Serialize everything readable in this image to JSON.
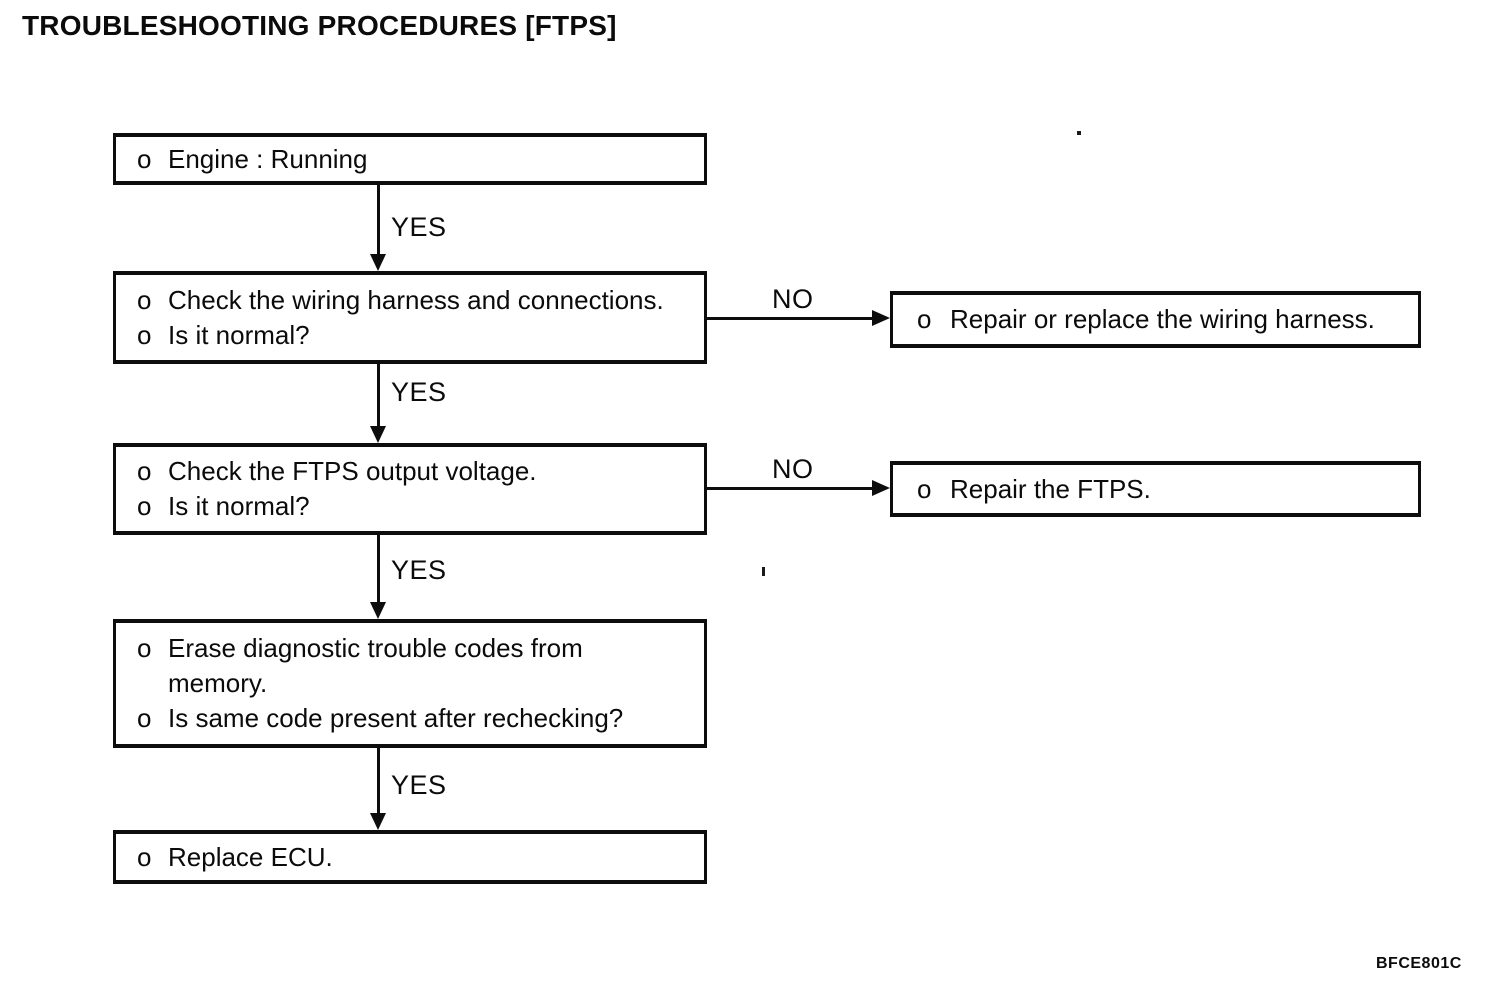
{
  "page": {
    "title": "TROUBLESHOOTING PROCEDURES [FTPS]",
    "figure_code": "BFCE801C"
  },
  "flow": {
    "bullet": "o",
    "connectors": {
      "yes": "YES",
      "no": "NO"
    },
    "steps": [
      {
        "name": "engine-running",
        "lines": [
          {
            "text": "Engine : Running"
          }
        ]
      },
      {
        "name": "check-wiring-harness",
        "lines": [
          {
            "text": "Check the wiring harness and connections."
          },
          {
            "text": "Is it normal?"
          }
        ]
      },
      {
        "name": "check-ftps-output-voltage",
        "lines": [
          {
            "text": "Check the FTPS output voltage."
          },
          {
            "text": "Is it normal?"
          }
        ]
      },
      {
        "name": "erase-diagnostic-trouble-codes",
        "lines": [
          {
            "text": "Erase diagnostic trouble codes from"
          },
          {
            "text": "memory.",
            "continuation": true
          },
          {
            "text": "Is same code present after rechecking?"
          }
        ]
      },
      {
        "name": "replace-ecu",
        "lines": [
          {
            "text": "Replace ECU."
          }
        ]
      }
    ],
    "results": [
      {
        "name": "repair-or-replace-wiring-harness",
        "lines": [
          {
            "text": "Repair or replace the wiring harness."
          }
        ]
      },
      {
        "name": "repair-ftps",
        "lines": [
          {
            "text": "Repair the FTPS."
          }
        ]
      }
    ]
  }
}
